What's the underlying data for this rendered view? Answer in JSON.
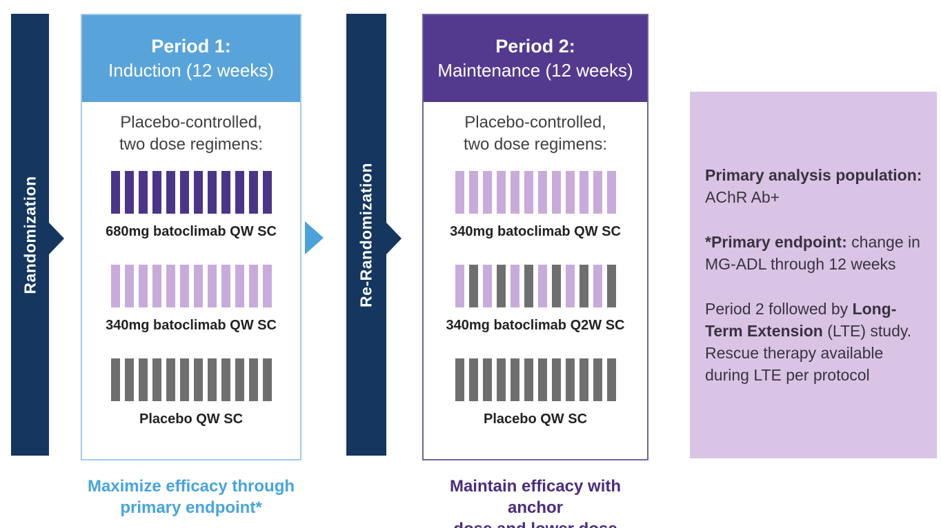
{
  "palette": {
    "navy": "#14365f",
    "p1-blue": "#58a3da",
    "p1-border": "#9ec9ea",
    "p2-purple": "#533a8e",
    "p2-border": "#70619b",
    "arrow-blue": "#4ba2da",
    "tick-dark": "#4b3589",
    "tick-light": "#c7abda",
    "tick-gray": "#6f6f6f",
    "panel-lavender": "#d9c4e5",
    "panel-text": "#3a3143",
    "caption-blue": "#47a4dc",
    "caption-purple": "#4a2c7f"
  },
  "randomization_bar": {
    "label": "Randomization"
  },
  "rerandomization_bar": {
    "label": "Re-Randomization"
  },
  "period1": {
    "header_title": "Period 1:",
    "header_subtitle": "Induction (12 weeks)",
    "intro_line1": "Placebo-controlled,",
    "intro_line2": "two dose regimens:",
    "arms": [
      {
        "label": "680mg batoclimab QW SC",
        "ticks": [
          "dark",
          "dark",
          "dark",
          "dark",
          "dark",
          "dark",
          "dark",
          "dark",
          "dark",
          "dark",
          "dark",
          "dark"
        ]
      },
      {
        "label": "340mg batoclimab QW SC",
        "ticks": [
          "light",
          "light",
          "light",
          "light",
          "light",
          "light",
          "light",
          "light",
          "light",
          "light",
          "light",
          "light"
        ]
      },
      {
        "label": "Placebo QW SC",
        "ticks": [
          "gray",
          "gray",
          "gray",
          "gray",
          "gray",
          "gray",
          "gray",
          "gray",
          "gray",
          "gray",
          "gray",
          "gray"
        ]
      }
    ],
    "caption_line1": "Maximize efficacy through",
    "caption_line2": "primary endpoint*"
  },
  "period2": {
    "header_title": "Period 2:",
    "header_subtitle": "Maintenance (12 weeks)",
    "intro_line1": "Placebo-controlled,",
    "intro_line2": "two dose regimens:",
    "arms": [
      {
        "label": "340mg batoclimab QW SC",
        "ticks": [
          "light",
          "light",
          "light",
          "light",
          "light",
          "light",
          "light",
          "light",
          "light",
          "light",
          "light",
          "light"
        ]
      },
      {
        "label": "340mg batoclimab Q2W SC",
        "ticks": [
          "light",
          "gray",
          "light",
          "gray",
          "light",
          "gray",
          "light",
          "gray",
          "light",
          "gray",
          "light",
          "gray"
        ]
      },
      {
        "label": "Placebo QW SC",
        "ticks": [
          "gray",
          "gray",
          "gray",
          "gray",
          "gray",
          "gray",
          "gray",
          "gray",
          "gray",
          "gray",
          "gray",
          "gray"
        ]
      }
    ],
    "caption_line1": "Maintain efficacy with anchor",
    "caption_line2": "dose and lower dose"
  },
  "info_panel": {
    "p1_bold": "Primary analysis population:",
    "p1_rest": "AChR Ab+",
    "p2_bold": "*Primary endpoint:",
    "p2_rest": " change in MG-ADL through 12 weeks",
    "p3_pre": "Period 2 followed by ",
    "p3_bold": "Long-Term Extension",
    "p3_post": " (LTE) study. Rescue therapy available during LTE per protocol"
  }
}
